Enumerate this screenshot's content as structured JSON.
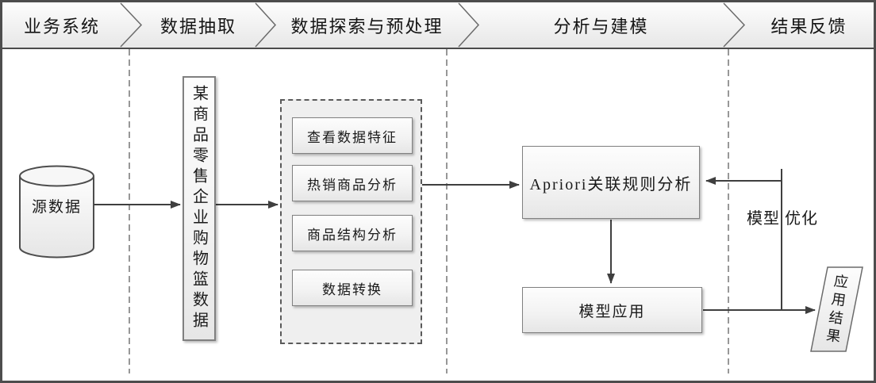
{
  "header": {
    "stages": [
      "业务系统",
      "数据抽取",
      "数据探索与预处理",
      "分析与建模",
      "结果反馈"
    ]
  },
  "nodes": {
    "source": "源数据",
    "dataset": "某商品零售企业购物篮数据",
    "steps": [
      "查看数据特征",
      "热销商品分析",
      "商品结构分析",
      "数据转换"
    ],
    "apriori": "Apriori关联规则分析",
    "model_apply": "模型应用",
    "result": "应用结果"
  },
  "labels": {
    "optimize": "模型 优化"
  },
  "colors": {
    "frame": "#4d4d4d",
    "line": "#3f3f3f",
    "box_border": "#808080",
    "dashed_line": "#8c8c8c"
  }
}
